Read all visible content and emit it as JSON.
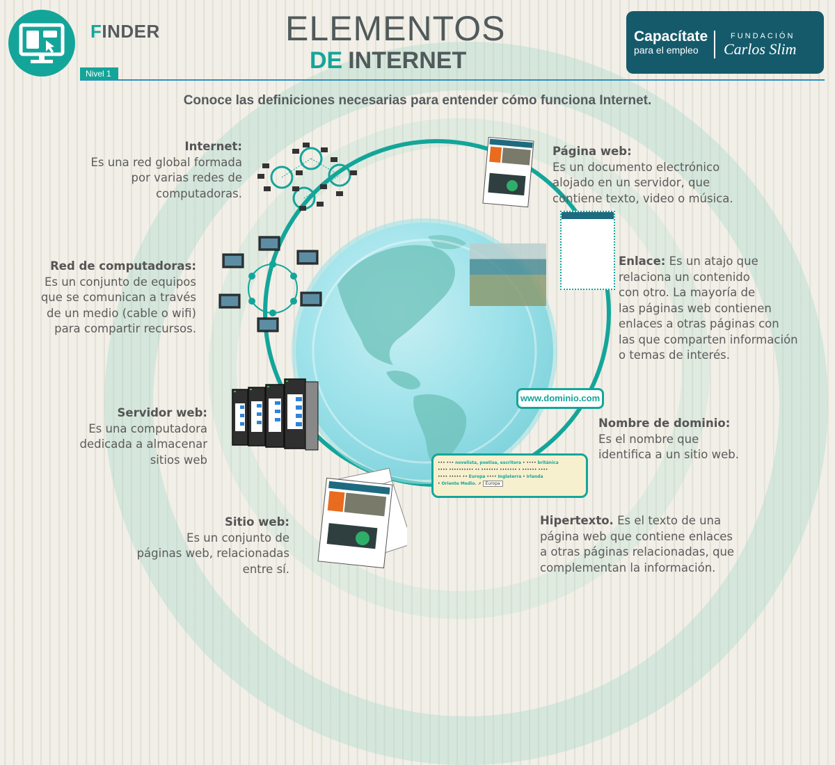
{
  "header": {
    "brand": "FINDER",
    "brand_first_letter": "F",
    "brand_rest": "INDER",
    "level_badge": "Nivel 1",
    "title_line1": "ELEMENTOS",
    "title_line2_prefix": "DE",
    "title_line2_main": "INTERNET",
    "sponsor": {
      "line1": "Capacítate",
      "line2": "para el empleo",
      "org_label": "FUNDACIÓN",
      "org_name": "Carlos Slim"
    }
  },
  "subtitle": "Conoce las definiciones necesarias para entender cómo funciona Internet.",
  "definitions": {
    "internet": {
      "term": "Internet:",
      "lines": [
        "Es una red global formada",
        "por varias redes de",
        "computadoras."
      ]
    },
    "red": {
      "term": "Red de computadoras:",
      "lines": [
        "Es un conjunto de equipos",
        "que se comunican a través",
        "de un medio (cable o wifi)",
        "para compartir recursos."
      ]
    },
    "servidor": {
      "term": "Servidor web:",
      "lines": [
        "Es una computadora",
        "dedicada a almacenar",
        "sitios web"
      ]
    },
    "sitio": {
      "term": "Sitio web:",
      "lines": [
        "Es un conjunto de",
        "páginas web, relacionadas",
        "entre sí."
      ]
    },
    "pagina": {
      "term": "Página web:",
      "lines": [
        "Es un documento electrónico",
        "alojado en un servidor, que",
        "contiene texto, video o música."
      ]
    },
    "enlace": {
      "term": "Enlace:",
      "first_line_rest": " Es un atajo que",
      "lines": [
        "relaciona un contenido",
        "con otro. La mayoría de",
        "las páginas web contienen",
        "enlaces a otras páginas con",
        "las que comparten información",
        "o temas de interés."
      ]
    },
    "dominio": {
      "term": "Nombre de dominio:",
      "lines": [
        "Es el nombre que",
        "identifica a un sitio web."
      ]
    },
    "hipertexto": {
      "term": "Hipertexto.",
      "first_line_rest": " Es el texto de una",
      "lines": [
        "página web que contiene enlaces",
        "a otras páginas relacionadas, que",
        "complementan la información."
      ]
    }
  },
  "domain_example": "www.dominio.com",
  "hypertext_example": {
    "links": [
      "novelista, poetisa, escritora",
      "británica",
      "Europa",
      "Inglaterra",
      "Irlanda",
      "Oriente Medio."
    ],
    "button": "Europa"
  },
  "colors": {
    "accent": "#14a59a",
    "sponsor_bg": "#155a6b",
    "text": "#555b5e",
    "background": "#f1efe7",
    "rule": "#2c8fc2"
  }
}
